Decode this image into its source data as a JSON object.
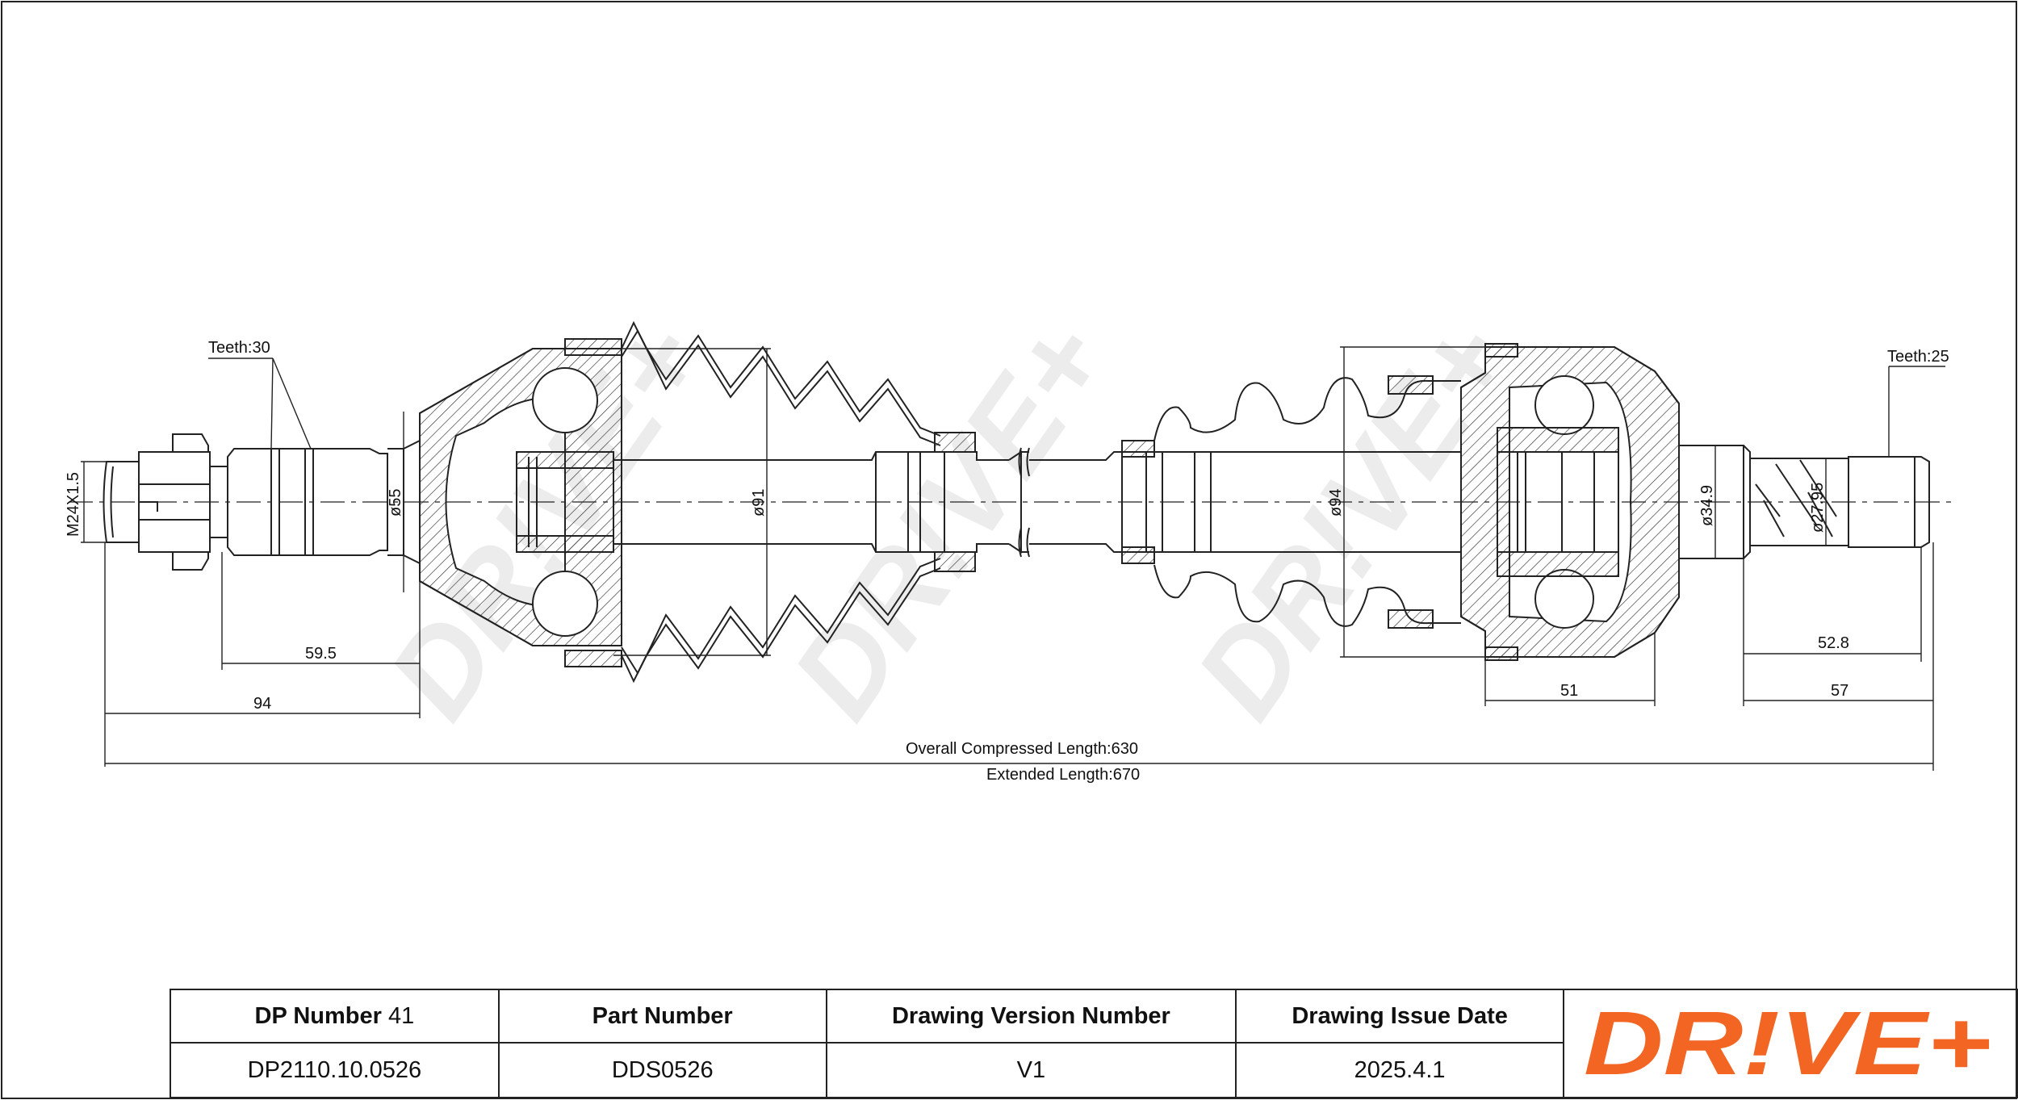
{
  "dimensions": {
    "teeth_left": "Teeth:30",
    "teeth_right": "Teeth:25",
    "thread": "M24X1.5",
    "dia_55": "ø55",
    "dia_91": "ø91",
    "dia_94": "ø94",
    "dia_34_9": "ø34.9",
    "dia_27_95": "ø27.95",
    "len_59_5": "59.5",
    "len_94": "94",
    "len_51": "51",
    "len_52_8": "52.8",
    "len_57": "57",
    "overall": "Overall  Compressed  Length:630",
    "extended": "Extended  Length:670"
  },
  "title_block": {
    "dp_number_label": "DP Number",
    "dp_number_suffix": "41",
    "part_number_label": "Part Number",
    "version_label": "Drawing Version Number",
    "issue_date_label": "Drawing Issue Date",
    "dp_number": "DP2110.10.0526",
    "part_number": "DDS0526",
    "version": "V1",
    "issue_date": "2025.4.1"
  },
  "logo": {
    "text": "DR!VE+",
    "color": "#f26522"
  },
  "watermark": {
    "text": "DR!VE+"
  }
}
